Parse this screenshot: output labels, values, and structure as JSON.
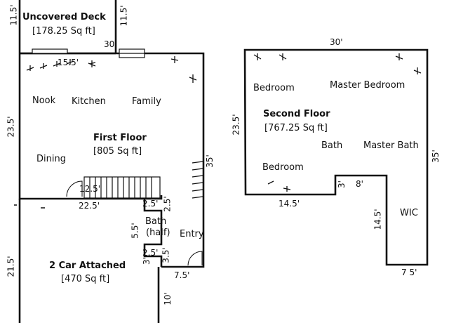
{
  "uncovered_deck": {
    "title": "Uncovered Deck",
    "area": "[178.25 Sq ft]",
    "dim_left": "11.5'",
    "dim_right": "11.5'",
    "dim_top_right": "30'"
  },
  "first_floor": {
    "title": "First Floor",
    "area": "[805 Sq ft]",
    "rooms": {
      "nook": "Nook",
      "kitchen": "Kitchen",
      "family": "Family",
      "dining": "Dining",
      "bath": "Bath",
      "bath_sub": "(half)",
      "entry": "Entry"
    },
    "dims": {
      "top_left": "15.5'",
      "left": "23.5'",
      "right": "35'",
      "stairs": "12.5'",
      "bottom_left": "22.5'",
      "bath_top": "2.5'",
      "bath_top_right": "2.5'",
      "bath_left": "5.5'",
      "bath_bottom": "2.5'",
      "bath_bottom_left": "3'",
      "entry_left": "3.5'",
      "entry_bottom": "7.5'"
    }
  },
  "garage": {
    "title": "2 Car Attached",
    "area": "[470 Sq ft]",
    "dim_left": "21.5'",
    "dim_right": "10'"
  },
  "second_floor": {
    "title": "Second Floor",
    "area": "[767.25 Sq ft]",
    "rooms": {
      "bedroom_1": "Bedroom",
      "master_bedroom": "Master Bedroom",
      "bath": "Bath",
      "master_bath": "Master Bath",
      "bedroom_2": "Bedroom",
      "wic": "WIC"
    },
    "dims": {
      "top": "30'",
      "left": "23.5'",
      "right": "35'",
      "bottom_left": "14.5'",
      "notch_v": "3'",
      "notch_h": "8'",
      "wic_left": "14.5'",
      "wic_bottom": "7 5'"
    }
  }
}
